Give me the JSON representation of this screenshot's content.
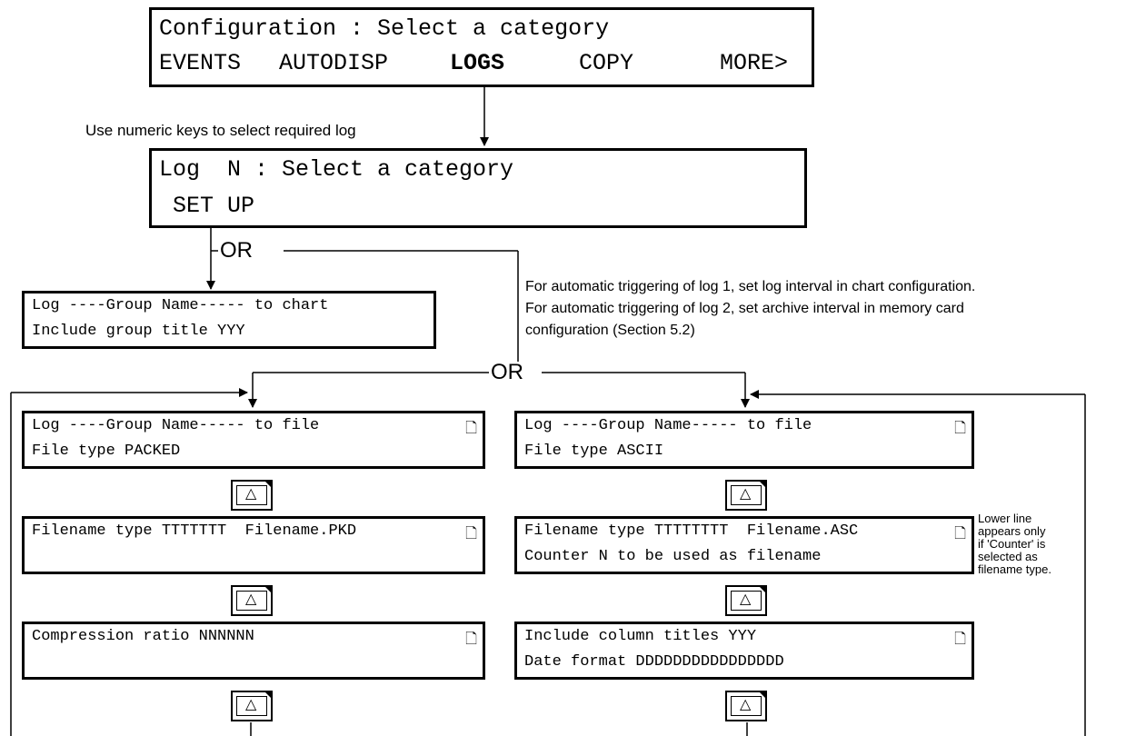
{
  "config_menu": {
    "title": "Configuration : Select a category",
    "items": [
      "EVENTS",
      "AUTODISP",
      "LOGS",
      "COPY",
      "MORE>"
    ],
    "selected": "LOGS"
  },
  "notes": {
    "numeric_keys": "Use numeric keys to select required log",
    "auto_trigger_1": "For automatic triggering of log 1,  set log interval in chart configuration.",
    "auto_trigger_2": "For automatic triggering of log 2,  set archive interval in memory card",
    "auto_trigger_3": "configuration (Section 5.2)",
    "counter_note": [
      "Lower line",
      "appears only",
      "if 'Counter' is",
      "selected as",
      "filename type."
    ]
  },
  "or_label": "OR",
  "log_menu": {
    "title": "Log  N : Select a category",
    "setup": " SET UP"
  },
  "chart_box": {
    "line1": "Log ----Group Name----- to chart",
    "line2": "Include group title YYY"
  },
  "packed_column": [
    {
      "line1": "Log ----Group Name----- to file",
      "line2": "File type PACKED"
    },
    {
      "line1": "Filename type TTTTTTT  Filename.PKD",
      "line2": ""
    },
    {
      "line1": "Compression ratio NNNNNN",
      "line2": ""
    }
  ],
  "ascii_column": [
    {
      "line1": "Log ----Group Name----- to file",
      "line2": "File type ASCII"
    },
    {
      "line1": "Filename type TTTTTTTT  Filename.ASC",
      "line2": "Counter N to be used as filename"
    },
    {
      "line1": "Include column titles YYY",
      "line2": "Date format DDDDDDDDDDDDDDDD"
    }
  ],
  "icons": {
    "page": "page-icon",
    "up_key": "up-arrow-key-icon",
    "up_glyph": "△",
    "doc_glyph": "🗋"
  }
}
